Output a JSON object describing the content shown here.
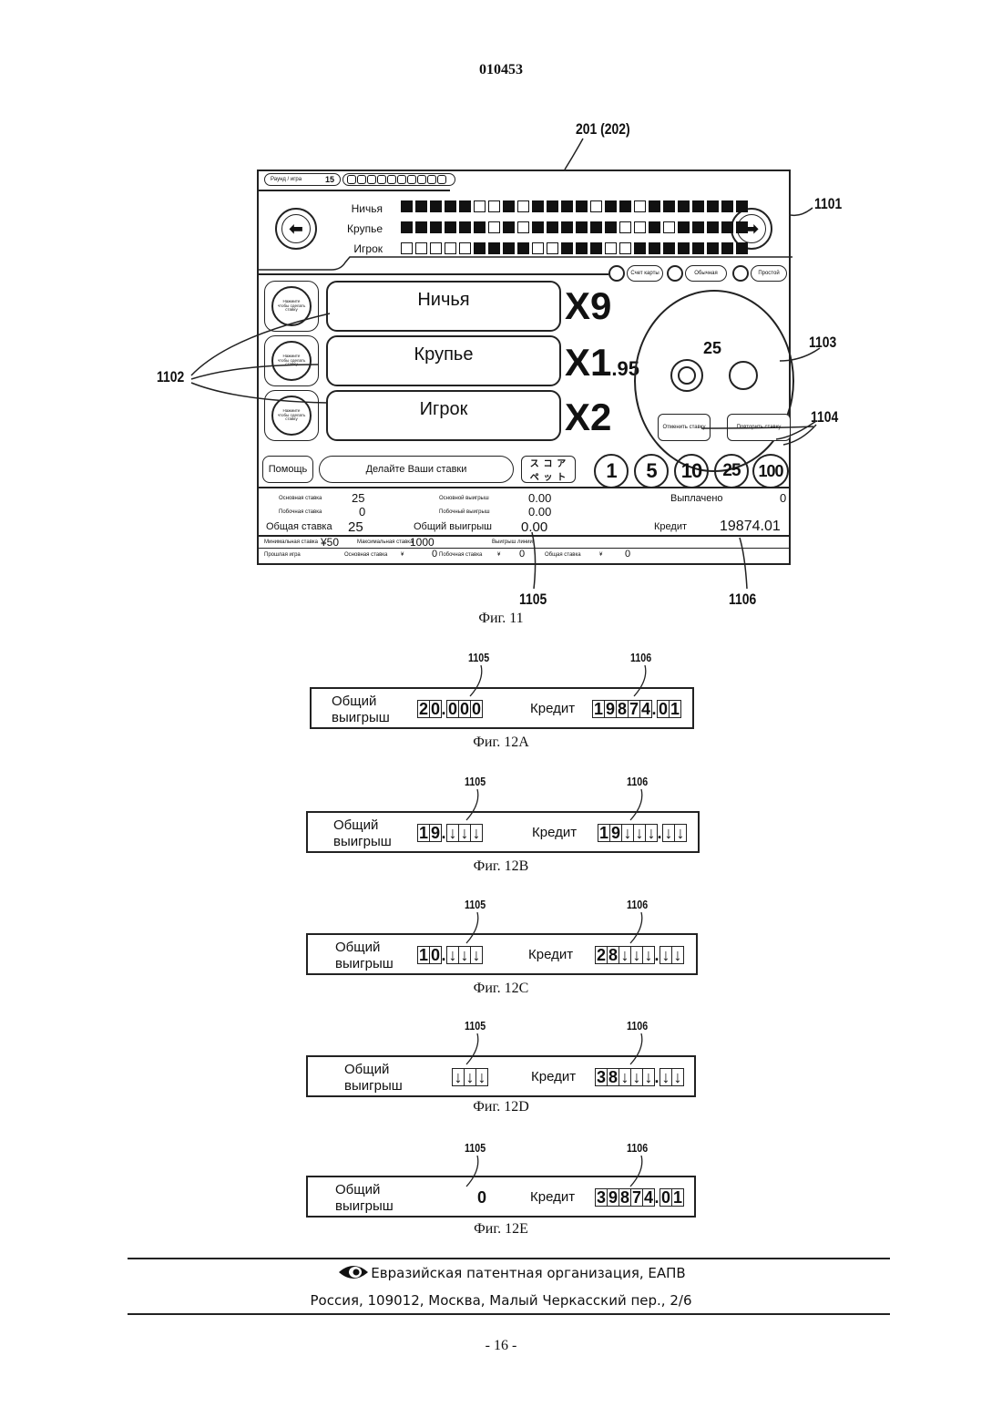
{
  "doc_number": "010453",
  "fig11": {
    "screen_ref": "201 (202)",
    "top_pill_label": "Раунд / игра",
    "top_pill_value": "15",
    "rows": [
      {
        "label": "Ничья",
        "cells": [
          1,
          1,
          1,
          1,
          1,
          0,
          0,
          1,
          0,
          1,
          1,
          1,
          1,
          0,
          1,
          1,
          0,
          1,
          1,
          1,
          1,
          1,
          1,
          1
        ]
      },
      {
        "label": "Крупье",
        "cells": [
          1,
          1,
          1,
          1,
          1,
          1,
          0,
          1,
          0,
          1,
          1,
          1,
          1,
          1,
          1,
          0,
          0,
          1,
          0,
          1,
          1,
          1,
          1,
          1
        ]
      },
      {
        "label": "Игрок",
        "cells": [
          0,
          0,
          0,
          0,
          0,
          1,
          1,
          1,
          1,
          0,
          0,
          1,
          1,
          1,
          0,
          0,
          1,
          1,
          1,
          1,
          1,
          1,
          1,
          1
        ]
      }
    ],
    "nav_left": "⬅",
    "nav_right": "➡",
    "modes": [
      "Счет карты",
      "Обычная",
      "Простой"
    ],
    "bets": [
      {
        "side_text": "Нажмите чтобы сделать ставку",
        "label": "Ничья",
        "payout": "X9",
        "payout_sub": ""
      },
      {
        "side_text": "Нажмите чтобы сделать ставку",
        "label": "Крупье",
        "payout": "X1",
        "payout_sub": ".95"
      },
      {
        "side_text": "Нажмите чтобы сделать ставку",
        "label": "Игрок",
        "payout": "X2",
        "payout_sub": ""
      }
    ],
    "wheel_value": "25",
    "cancel_label": "Отменить ставку",
    "repeat_label": "Повторить ставку",
    "help": "Помощь",
    "message": "Делайте Ваши ставки",
    "glyph_button": "ス コ ア ペ ッ ト",
    "chips": [
      "1",
      "5",
      "10",
      "25",
      "100"
    ],
    "stats": {
      "main_bet_label": "Основная ставка",
      "main_bet": "25",
      "side_bet_label": "Побочная ставка",
      "side_bet": "0",
      "main_win_label": "Основной выигрыш",
      "main_win": "0.00",
      "side_win_label": "Побочный выигрыш",
      "side_win": "0.00",
      "paid_label": "Выплачено",
      "paid": "0",
      "total_bet_label": "Общая ставка",
      "total_bet": "25",
      "total_win_label": "Общий выигрыш",
      "total_win": "0.00",
      "credit_label": "Кредит",
      "credit": "19874.01",
      "min_label": "Минимальная ставка",
      "min_val": "¥50",
      "max_label": "Максимальная ставка",
      "max_val": "1000",
      "win_label": "Выигрыш линии",
      "prev_game": "Прошлая игра",
      "prev_main": "Основная ставка",
      "prev_main_sym": "¥",
      "prev_main_val": "0",
      "prev_side": "Побочная ставка",
      "prev_side_sym": "¥",
      "prev_side_val": "0",
      "prev_total": "Общая ставка",
      "prev_total_sym": "¥",
      "prev_total_val": "0"
    },
    "refs": {
      "r1101": "1101",
      "r1102": "1102",
      "r1103": "1103",
      "r1104": "1104",
      "r1105": "1105",
      "r1106": "1106"
    },
    "caption": "Фиг. 11"
  },
  "fig12": [
    {
      "caption": "Фиг. 12A",
      "ref_a": "1105",
      "ref_b": "1106",
      "win_label": "Общий выигрыш",
      "credit_label": "Кредит",
      "win": [
        "2",
        "0",
        ".",
        "0",
        "0",
        "0"
      ],
      "credit": [
        "1",
        "9",
        "8",
        "7",
        "4",
        ".",
        "0",
        "1"
      ]
    },
    {
      "caption": "Фиг. 12B",
      "ref_a": "1105",
      "ref_b": "1106",
      "win_label": "Общий выигрыш",
      "credit_label": "Кредит",
      "win": [
        "1",
        "9",
        ".",
        "↓",
        "↓",
        "↓"
      ],
      "credit": [
        "1",
        "9",
        "↓",
        "↓",
        "↓",
        ".",
        "↓",
        "↓"
      ]
    },
    {
      "caption": "Фиг. 12C",
      "ref_a": "1105",
      "ref_b": "1106",
      "win_label": "Общий выигрыш",
      "credit_label": "Кредит",
      "win": [
        "1",
        "0",
        ".",
        "↓",
        "↓",
        "↓"
      ],
      "credit": [
        "2",
        "8",
        "↓",
        "↓",
        "↓",
        ".",
        "↓",
        "↓"
      ]
    },
    {
      "caption": "Фиг. 12D",
      "ref_a": "1105",
      "ref_b": "1106",
      "win_label": "Общий выигрыш",
      "credit_label": "Кредит",
      "win": [
        "↓",
        "↓",
        "↓"
      ],
      "credit": [
        "3",
        "8",
        "↓",
        "↓",
        "↓",
        ".",
        "↓",
        "↓"
      ]
    },
    {
      "caption": "Фиг. 12E",
      "ref_a": "1105",
      "ref_b": "1106",
      "win_label": "Общий выигрыш",
      "credit_label": "Кредит",
      "win_plain": "0",
      "credit": [
        "3",
        "9",
        "8",
        "7",
        "4",
        ".",
        "0",
        "1"
      ]
    }
  ],
  "footer": {
    "org": "Евразийская патентная организация, ЕАПВ",
    "address": "Россия, 109012, Москва, Малый Черкасский пер., 2/6",
    "page": "- 16 -"
  }
}
